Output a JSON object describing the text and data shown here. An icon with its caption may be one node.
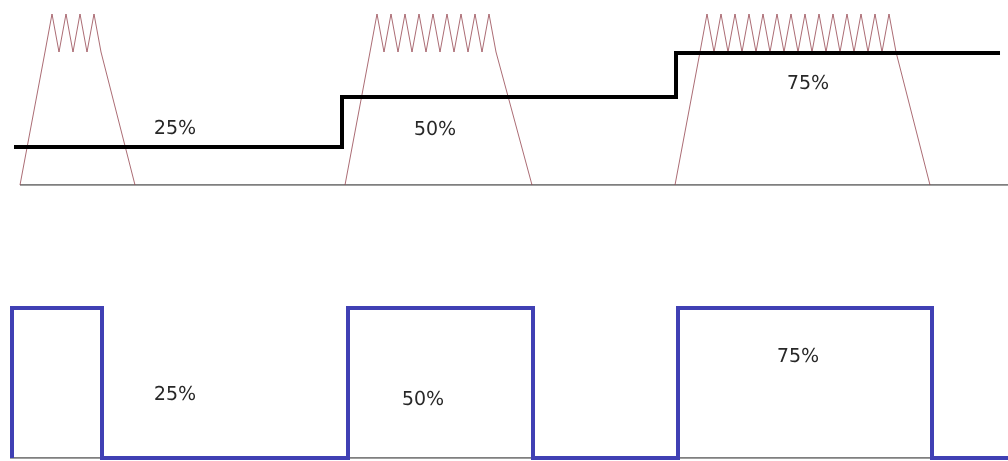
{
  "diagram": {
    "labels": [
      "25%",
      "50%",
      "75%",
      "25%",
      "50%",
      "75%"
    ]
  }
}
